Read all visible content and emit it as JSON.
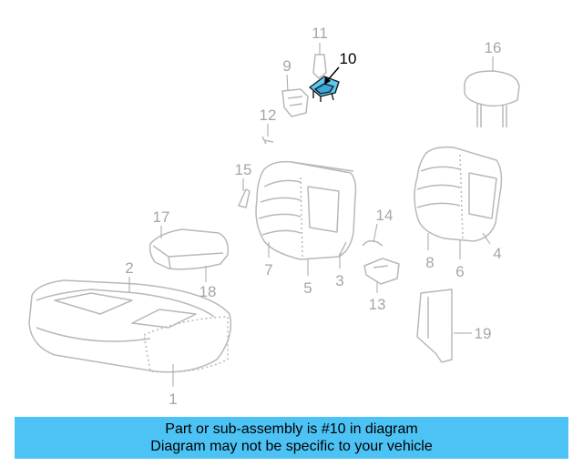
{
  "colors": {
    "part_line": "#b8b8b8",
    "label_gray": "#a6a6a6",
    "label_active": "#000000",
    "highlight_fill": "#5bc8f0",
    "highlight_stroke": "#1a1a1a",
    "banner_bg": "#4dc3f5",
    "banner_text": "#000000"
  },
  "diagram": {
    "highlighted_callout": "10",
    "callouts": [
      "1",
      "2",
      "3",
      "4",
      "5",
      "6",
      "7",
      "8",
      "9",
      "10",
      "11",
      "12",
      "13",
      "14",
      "15",
      "16",
      "17",
      "18",
      "19"
    ]
  },
  "banner": {
    "line1": "Part or sub-assembly is #10 in diagram",
    "line2": "Diagram may not be specific to your vehicle"
  }
}
